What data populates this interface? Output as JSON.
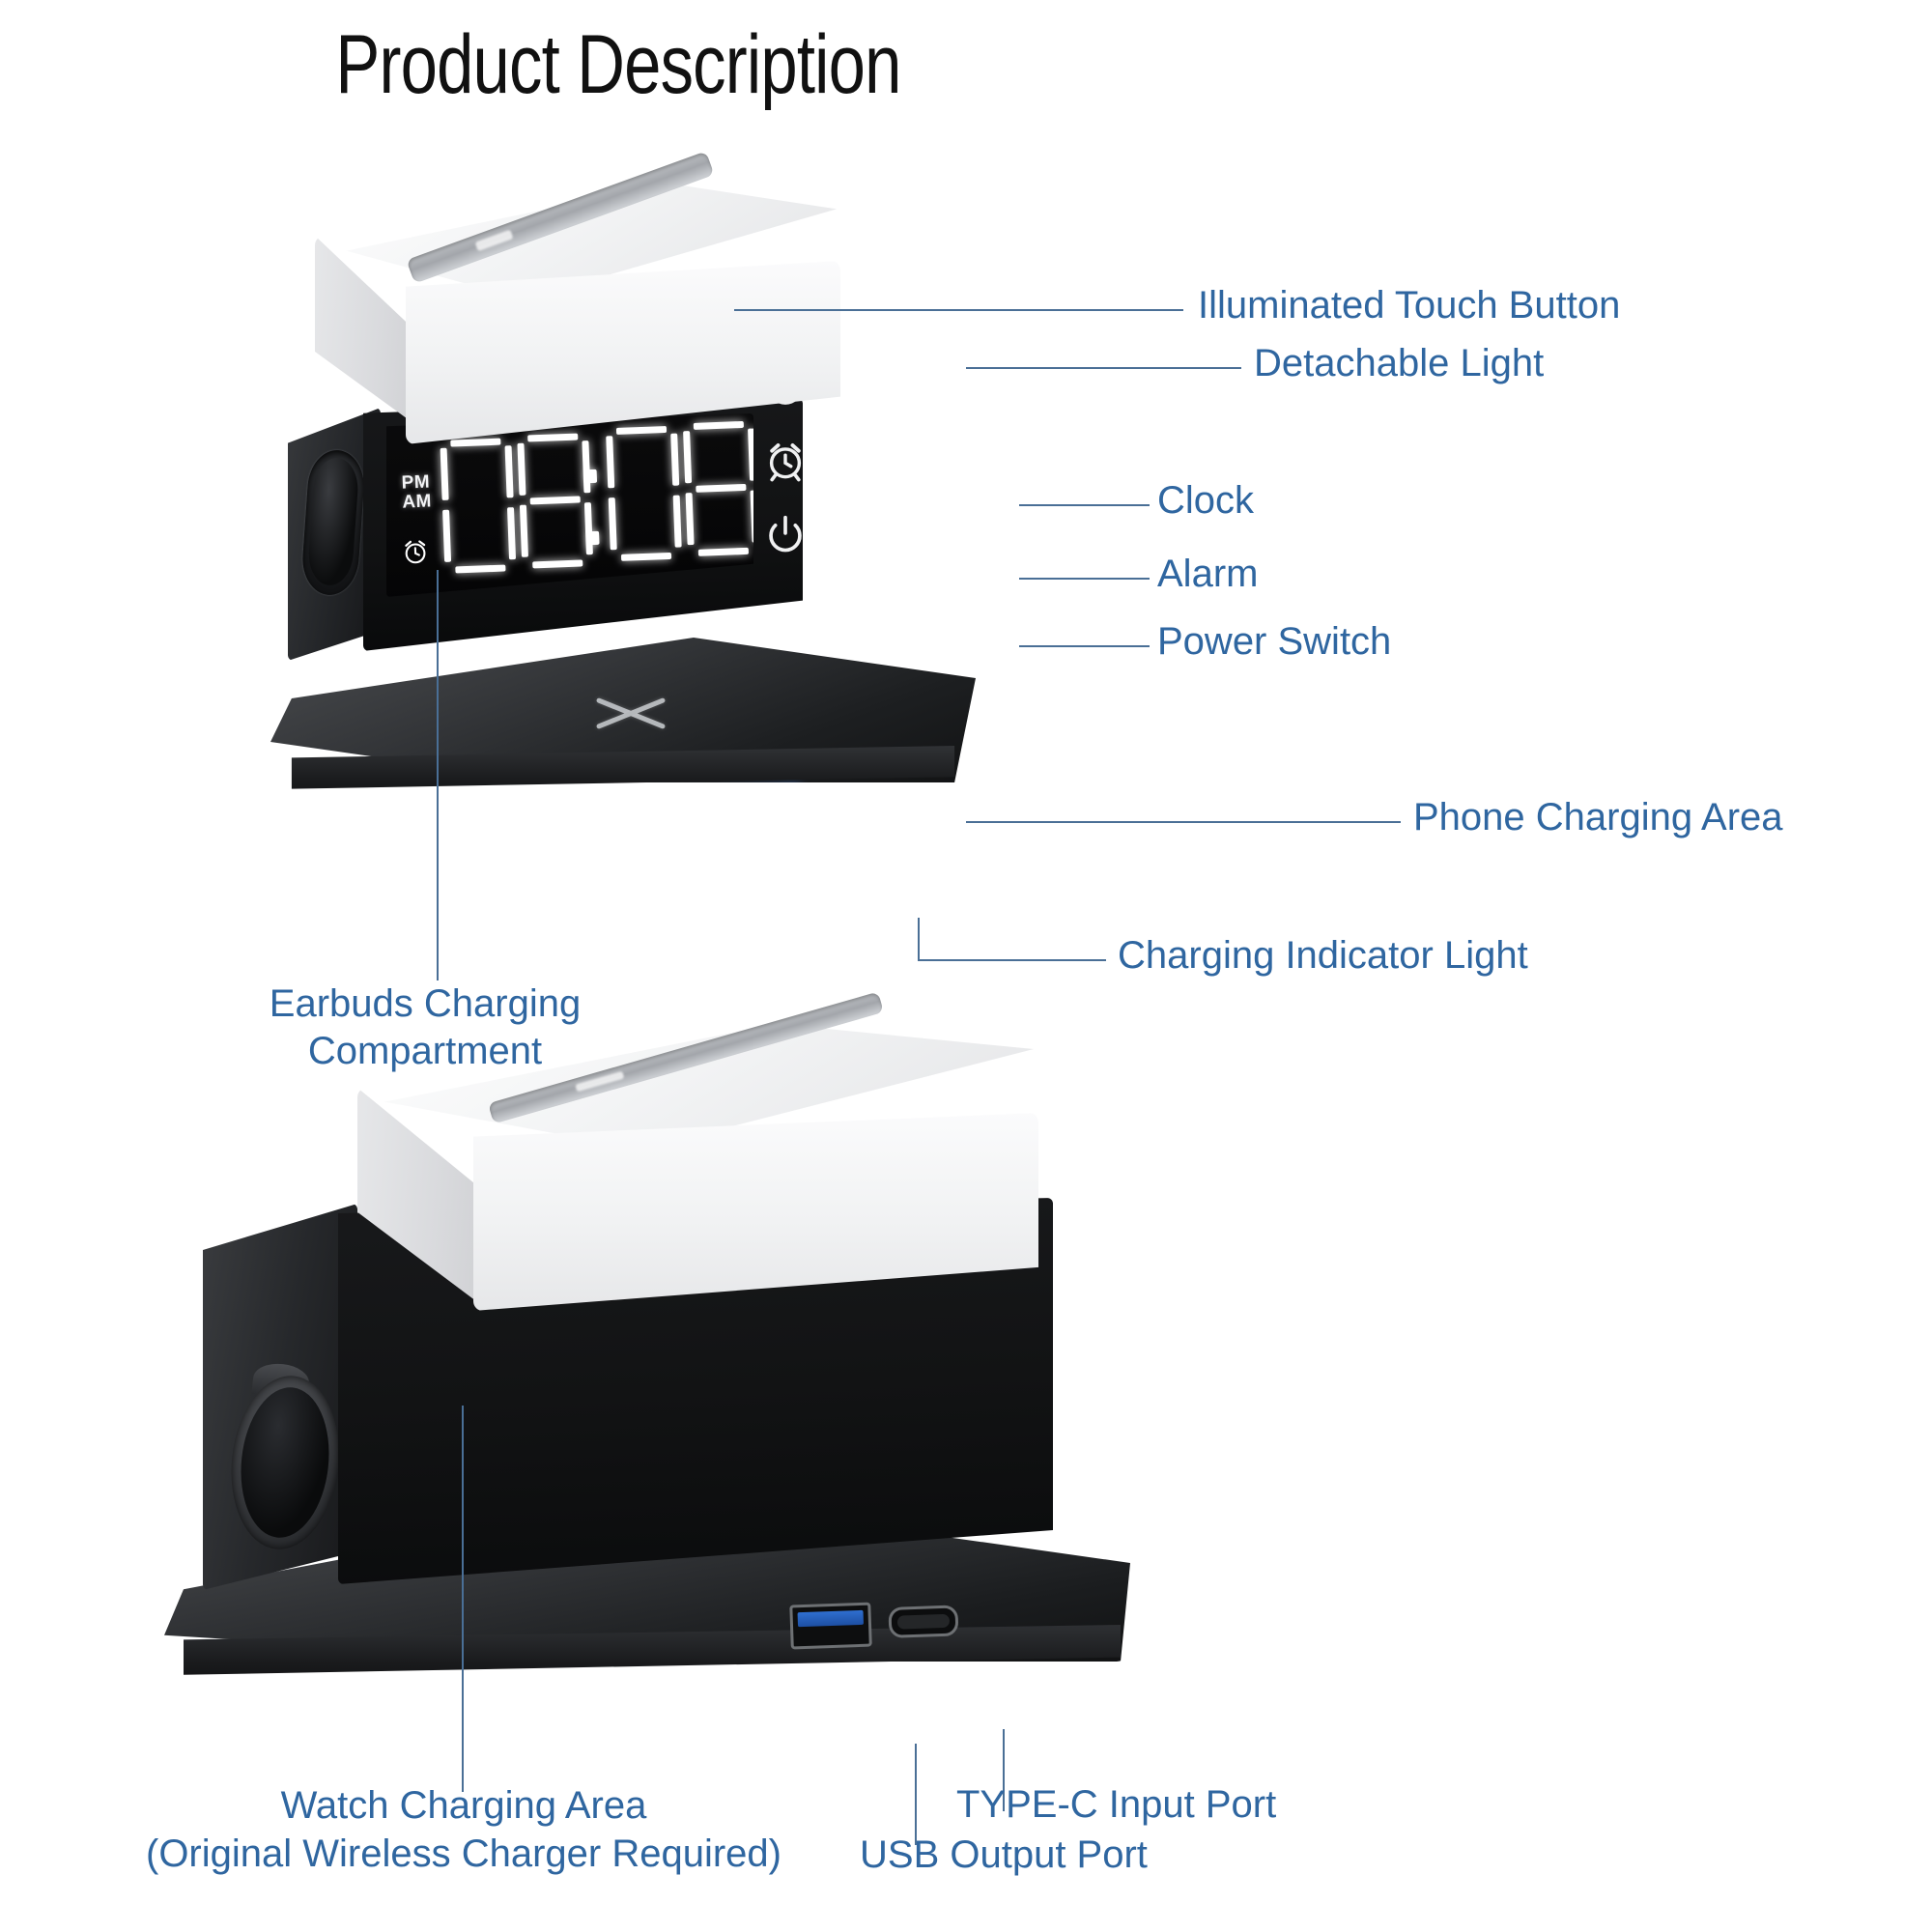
{
  "page": {
    "title": "Product Description",
    "accent_blue": "#2f66a0",
    "leader_color": "#4a6f96",
    "background": "#ffffff"
  },
  "top_figure": {
    "name": "alarm-clock-wireless-charger-front-view",
    "display": {
      "pm_label": "PM",
      "am_label": "AM",
      "time": "08:08",
      "digits": [
        "0",
        "8",
        "0",
        "8"
      ],
      "separator": ":",
      "alarm_indicator_icon": "alarm-clock-icon"
    },
    "buttons": [
      {
        "icon": "clock-icon",
        "name": "clock-button"
      },
      {
        "icon": "alarm-clock-icon",
        "name": "alarm-button"
      },
      {
        "icon": "power-icon",
        "name": "power-button"
      }
    ],
    "callouts": [
      {
        "id": "illuminated-touch-button",
        "label": "Illuminated Touch Button"
      },
      {
        "id": "detachable-light",
        "label": "Detachable Light"
      },
      {
        "id": "clock",
        "label": "Clock"
      },
      {
        "id": "alarm",
        "label": "Alarm"
      },
      {
        "id": "power-switch",
        "label": "Power Switch"
      },
      {
        "id": "phone-charging-area",
        "label": "Phone Charging Area"
      },
      {
        "id": "charging-indicator-light",
        "label": "Charging Indicator Light"
      },
      {
        "id": "earbuds-charging-compartment",
        "label": "Earbuds Charging\nCompartment",
        "line1": "Earbuds Charging",
        "line2": "Compartment"
      }
    ]
  },
  "bottom_figure": {
    "name": "alarm-clock-wireless-charger-rear-view",
    "callouts": [
      {
        "id": "watch-charging-area",
        "line1": "Watch Charging Area",
        "line2": "(Original Wireless Charger Required)"
      },
      {
        "id": "usb-output-port",
        "label": "USB Output Port"
      },
      {
        "id": "type-c-input-port",
        "label": "TYPE-C Input Port"
      }
    ]
  }
}
